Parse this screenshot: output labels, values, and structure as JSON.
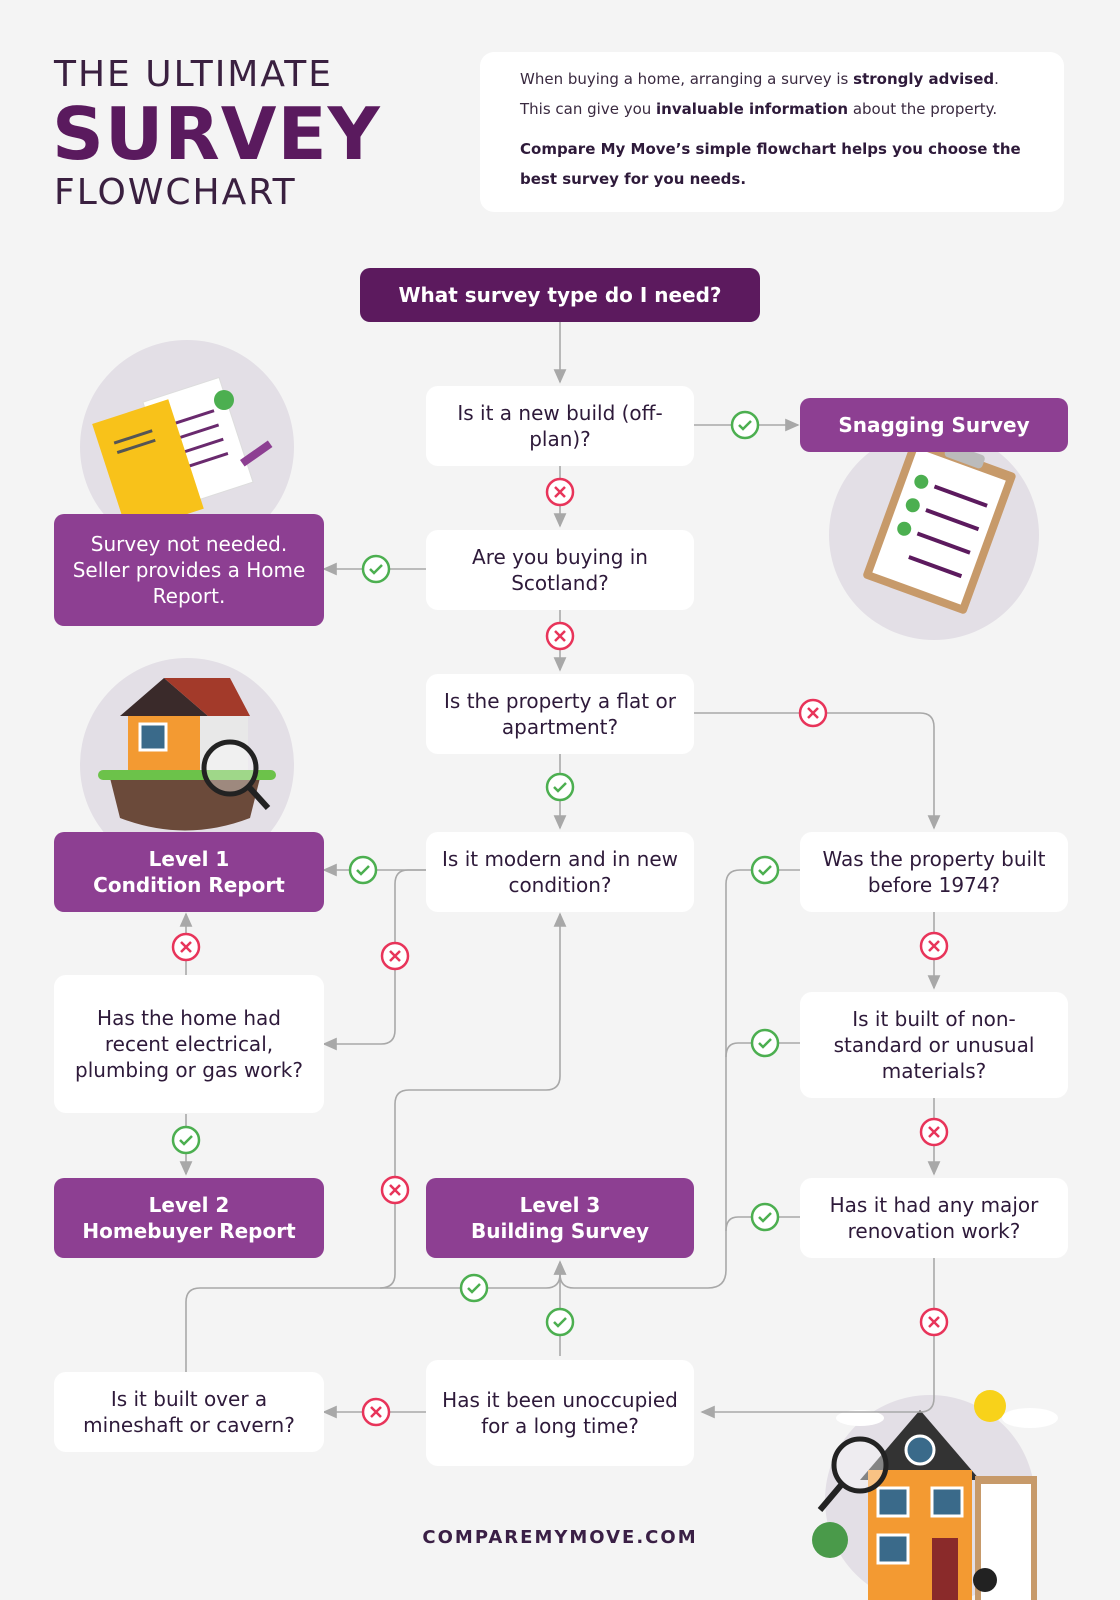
{
  "title": {
    "line1": "THE ULTIMATE",
    "line2": "SURVEY",
    "line3": "FLOWCHART"
  },
  "intro": {
    "p1_a": "When buying a home, arranging a survey is ",
    "p1_b": "strongly advised",
    "p1_c": ".",
    "p2_a": "This can give you ",
    "p2_b": "invaluable information",
    "p2_c": " about the property.",
    "p3": "Compare My Move’s simple flowchart helps you choose the",
    "p4": "best survey for you needs."
  },
  "start": "What survey type do I need?",
  "questions": {
    "q_new_build": "Is it a new build (off-plan)?",
    "q_scotland": "Are you buying in Scotland?",
    "q_flat": "Is the property a flat or apartment?",
    "q_modern": "Is it modern and in new condition?",
    "q_electrical": "Has the home had recent electrical, plumbing or gas work?",
    "q_1974": "Was the property built before 1974?",
    "q_nonstandard": "Is it built of non-standard or unusual materials?",
    "q_renovation": "Has it had any major renovation work?",
    "q_unoccupied": "Has it been unoccupied for a long time?",
    "q_mineshaft": "Is it built over a mineshaft or cavern?"
  },
  "results": {
    "snagging": "Snagging Survey",
    "no_survey": "Survey not needed. Seller provides a Home Report.",
    "level1_a": "Level 1",
    "level1_b": "Condition Report",
    "level2_a": "Level 2",
    "level2_b": "Homebuyer Report",
    "level3_a": "Level 3",
    "level3_b": "Building Survey"
  },
  "footer": "COMPAREMYMOVE.COM",
  "colors": {
    "dark_purple": "#5c1a5e",
    "purple": "#8d3f92",
    "yes_green": "#4caf50",
    "no_red": "#e8345a",
    "line_grey": "#a8a8a8"
  },
  "icons": {
    "yes": "check-circle-icon",
    "no": "cross-circle-icon"
  }
}
